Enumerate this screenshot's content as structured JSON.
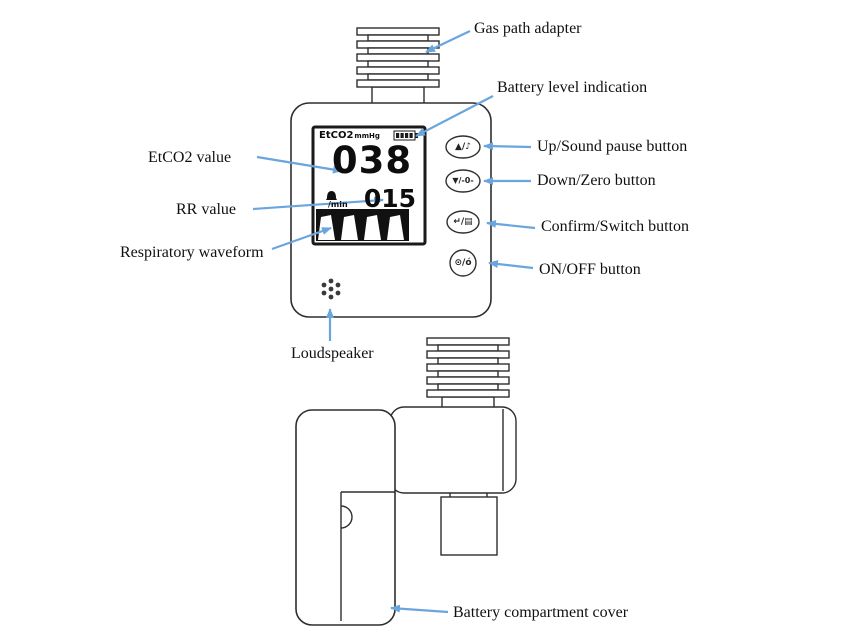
{
  "callouts": {
    "gas_path_adapter": "Gas path adapter",
    "battery_level_indication": "Battery level indication",
    "etco2_value": "EtCO2 value",
    "rr_value": "RR value",
    "respiratory_waveform": "Respiratory waveform",
    "up_sound_pause_button": "Up/Sound pause button",
    "down_zero_button": "Down/Zero button",
    "confirm_switch_button": "Confirm/Switch button",
    "on_off_button": "ON/OFF button",
    "loudspeaker": "Loudspeaker",
    "battery_compartment_cover": "Battery compartment cover"
  },
  "screen": {
    "parameter_label": "EtCO2",
    "parameter_unit": "mmHg",
    "etco2_reading": "038",
    "rr_reading": "015",
    "rr_unit": "/min"
  },
  "device_buttons": {
    "up_sound_pause": "▲/♪",
    "down_zero": "▼/-0-",
    "confirm_switch": "↵/▤",
    "on_off": "⊙/ó"
  },
  "colors": {
    "arrow": "#6aa5dd",
    "line_art": "#2e2e2e",
    "screen_text": "#111111"
  }
}
